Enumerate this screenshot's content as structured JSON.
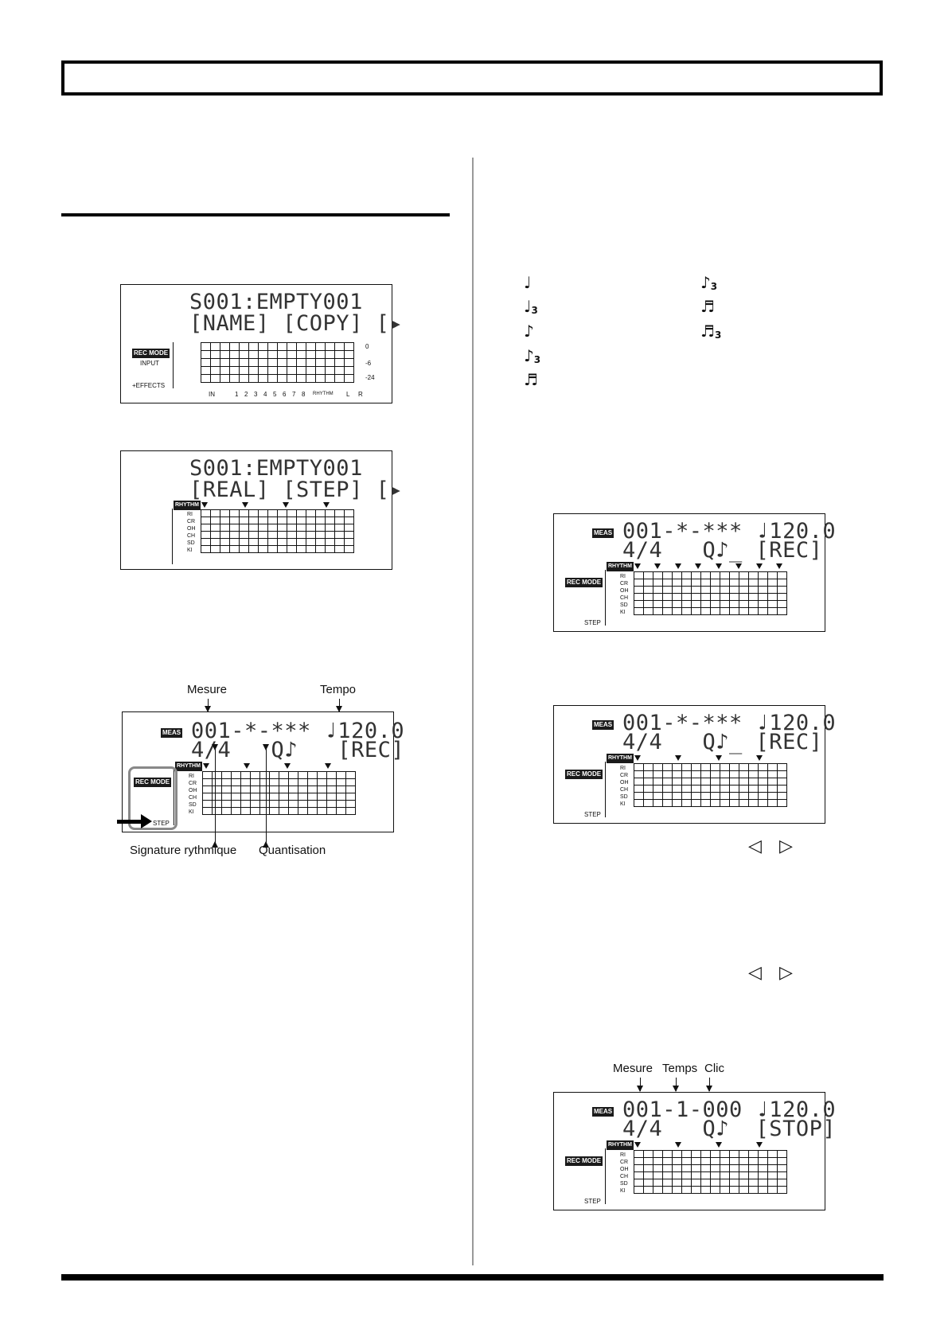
{
  "screen1": {
    "line1": "S001:EMPTY001",
    "line2": "[NAME] [COPY] [▸",
    "rec_mode": "REC MODE",
    "input": "INPUT",
    "effects": "+EFFECTS",
    "scale": [
      "0",
      "-6",
      "-24"
    ],
    "channels": [
      "IN",
      "1",
      "2",
      "3",
      "4",
      "5",
      "6",
      "7",
      "8",
      "RHYTHM",
      "L",
      "R"
    ]
  },
  "screen2": {
    "line1": "S001:EMPTY001",
    "line2": "[REAL] [STEP] [▸",
    "rhythm": "RHYTHM",
    "rows": [
      "RI",
      "CR",
      "OH",
      "CH",
      "SD",
      "KI"
    ]
  },
  "screen3": {
    "meas": "MEAS",
    "line1": "001-*-*** ♩120.0",
    "line2": "4/4   Q♪   [REC]",
    "rhythm": "RHYTHM",
    "rec_mode": "REC MODE",
    "step": "STEP",
    "rows": [
      "RI",
      "CR",
      "OH",
      "CH",
      "SD",
      "KI"
    ],
    "callouts": {
      "measure": "Mesure",
      "tempo": "Tempo",
      "signature": "Signature rythmique",
      "quantize": "Quantisation"
    }
  },
  "notes": {
    "left": [
      "♩",
      "♩",
      "♪",
      "♪",
      "♬"
    ],
    "left_sub": [
      "",
      "3",
      "",
      "3",
      ""
    ],
    "right": [
      "♪",
      "♬",
      "♬"
    ],
    "right_sub": [
      "3",
      "",
      "3"
    ]
  },
  "screen4": {
    "meas": "MEAS",
    "line1": "001-*-*** ♩120.0",
    "line2": "4/4   Q♪_ [REC]",
    "rhythm": "RHYTHM",
    "rec_mode": "REC MODE",
    "step": "STEP",
    "rows": [
      "RI",
      "CR",
      "OH",
      "CH",
      "SD",
      "KI"
    ]
  },
  "screen5": {
    "meas": "MEAS",
    "line1": "001-*-*** ♩120.0",
    "line2": "4/4   Q♪_ [REC]",
    "rhythm": "RHYTHM",
    "rec_mode": "REC MODE",
    "step": "STEP",
    "rows": [
      "RI",
      "CR",
      "OH",
      "CH",
      "SD",
      "KI"
    ]
  },
  "screen6": {
    "meas": "MEAS",
    "line1": "001-1-000 ♩120.0",
    "line2": "4/4   Q♪  [STOP]",
    "rhythm": "RHYTHM",
    "rec_mode": "REC MODE",
    "step": "STEP",
    "rows": [
      "RI",
      "CR",
      "OH",
      "CH",
      "SD",
      "KI"
    ],
    "callouts": {
      "measure": "Mesure",
      "beat": "Temps",
      "tick": "Clic"
    }
  },
  "cursor_buttons": {
    "left": "◁",
    "right": "▷"
  }
}
